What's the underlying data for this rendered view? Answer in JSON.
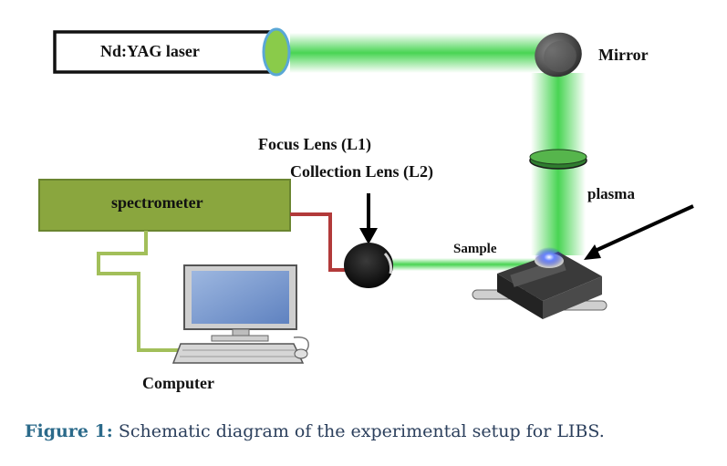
{
  "labels": {
    "laser": "Nd:YAG laser",
    "mirror": "Mirror",
    "focus_lens": "Focus Lens (L1)",
    "collection_lens": "Collection Lens (L2)",
    "plasma": "plasma",
    "spectrometer": "spectrometer",
    "sample": "Sample",
    "computer": "Computer"
  },
  "caption": {
    "label": "Figure 1:",
    "text": "Schematic diagram of the experimental setup for LIBS."
  },
  "colors": {
    "beam": "#3fd24a",
    "spectrometer_fill": "#8aa63e",
    "green_cable": "#a2bf5a",
    "red_cable": "#b23a3a",
    "plasma_spark": "#3a5cff"
  }
}
